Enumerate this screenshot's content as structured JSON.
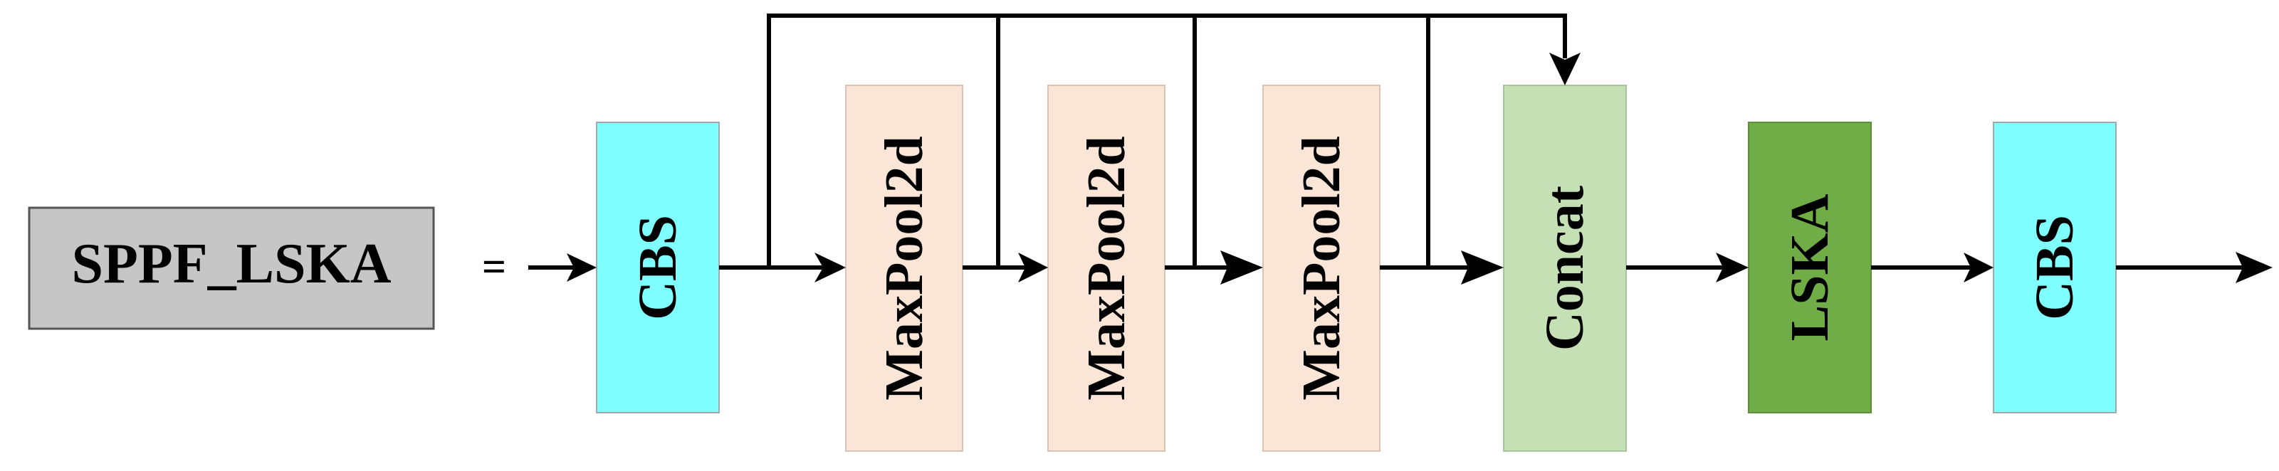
{
  "title_block": {
    "label": "SPPF_LSKA",
    "fill": "#c6c6c6"
  },
  "equals_sign": "=",
  "modules": [
    {
      "id": "cbs-1",
      "label": "CBS",
      "fill": "#7fffff"
    },
    {
      "id": "maxpool-1",
      "label": "MaxPool2d",
      "fill": "#fbe5d6"
    },
    {
      "id": "maxpool-2",
      "label": "MaxPool2d",
      "fill": "#fbe5d6"
    },
    {
      "id": "maxpool-3",
      "label": "MaxPool2d",
      "fill": "#fbe5d6"
    },
    {
      "id": "concat",
      "label": "Concat",
      "fill": "#c5e0b4"
    },
    {
      "id": "lska",
      "label": "LSKA",
      "fill": "#70ad47"
    },
    {
      "id": "cbs-2",
      "label": "CBS",
      "fill": "#7fffff"
    }
  ],
  "colors": {
    "line": "#000000",
    "box_border": "#a6a6a6"
  }
}
